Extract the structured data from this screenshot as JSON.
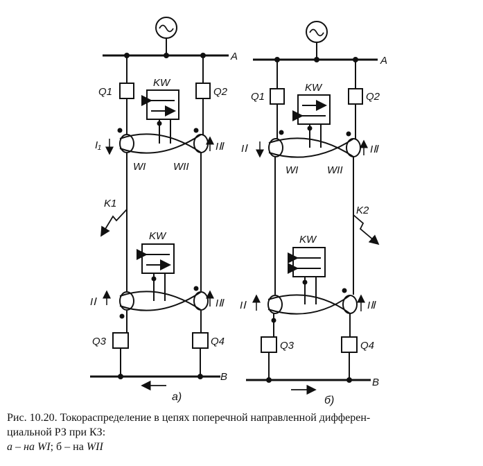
{
  "diagram": {
    "left": {
      "bus_top": "A",
      "bus_bottom": "B",
      "breakers": [
        "Q1",
        "Q2",
        "Q3",
        "Q4"
      ],
      "relay_top": "KW",
      "relay_bottom": "KW",
      "current_left_top": "I₁",
      "current_right_top": "IⅡ",
      "current_left_bottom": "IⅠ",
      "current_right_bottom": "IⅡ",
      "winding_1": "WI",
      "winding_2": "WII",
      "fault": "K1",
      "sublabel": "а)"
    },
    "right": {
      "bus_top": "A",
      "bus_bottom": "B",
      "breakers": [
        "Q1",
        "Q2",
        "Q3",
        "Q4"
      ],
      "relay_top": "KW",
      "relay_bottom": "KW",
      "current_left_top": "IⅠ",
      "current_right_top": "IⅡ",
      "current_left_bottom": "IⅠ",
      "current_right_bottom": "IⅡ",
      "winding_1": "WI",
      "winding_2": "WII",
      "fault": "K2",
      "sublabel": "б)"
    }
  },
  "caption": {
    "line1": "Рис. 10.20. Токораспределение в цепях поперечной направленной дифферен-",
    "line2": "циальной РЗ при КЗ:",
    "line3_a": "а – на ",
    "line3_wi": "WI",
    "line3_b": "; б – на ",
    "line3_wii": "WII"
  }
}
